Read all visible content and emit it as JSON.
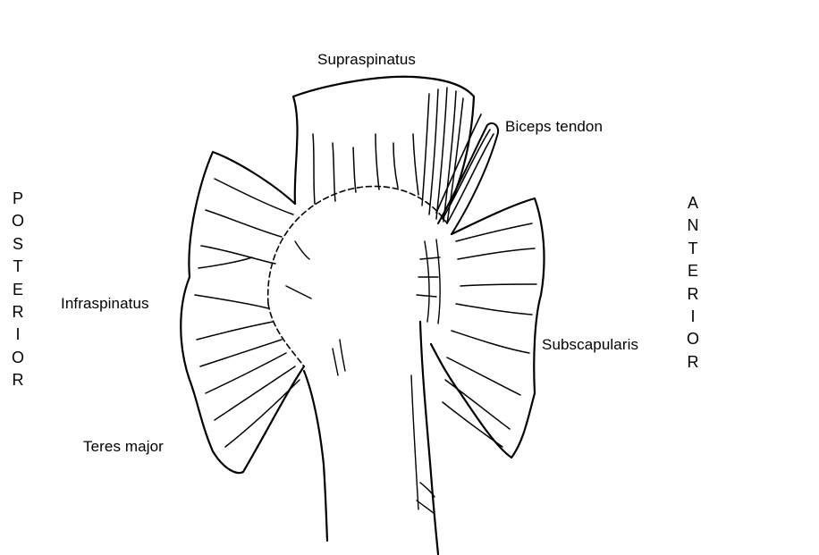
{
  "labels": {
    "supraspinatus": "Supraspinatus",
    "biceps_tendon": "Biceps tendon",
    "infraspinatus": "Infraspinatus",
    "subscapularis": "Subscapularis",
    "teres_major": "Teres major"
  },
  "side_labels": {
    "left": "POSTERIOR",
    "right": "ANTERIOR"
  }
}
